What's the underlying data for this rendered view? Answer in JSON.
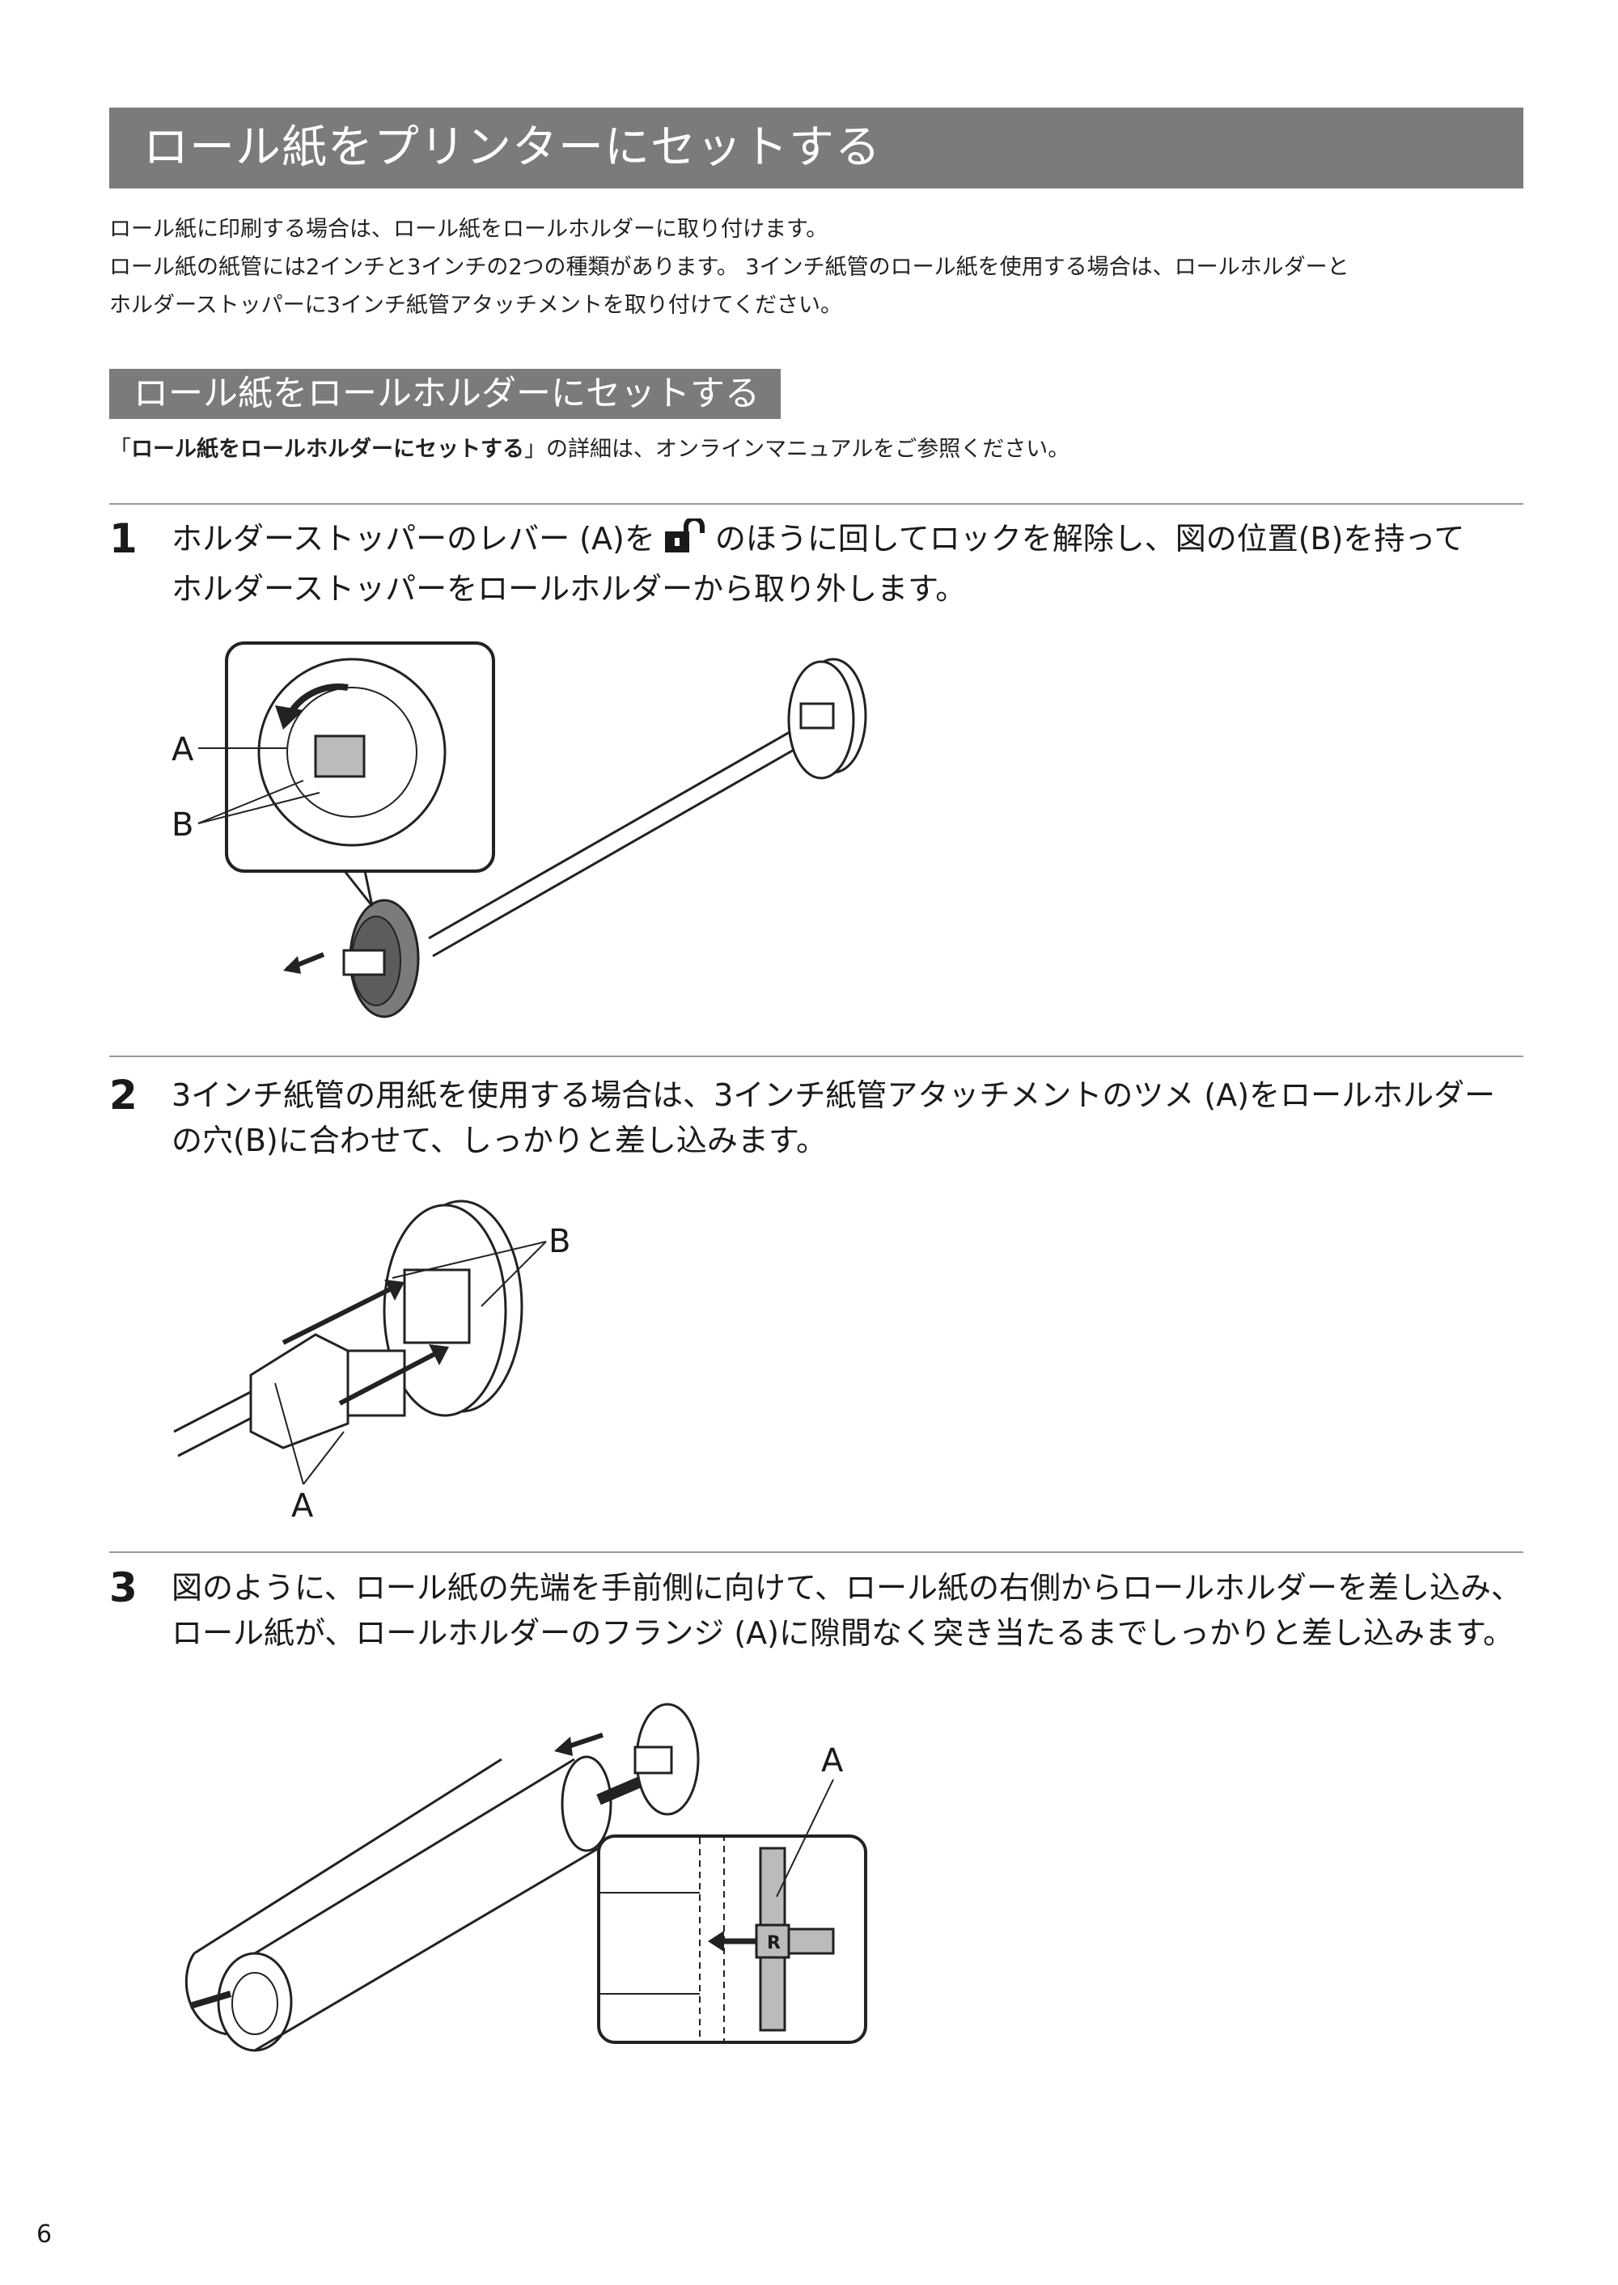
{
  "title": "ロール紙をプリンターにセットする",
  "intro": {
    "line1": "ロール紙に印刷する場合は、ロール紙をロールホルダーに取り付けます。",
    "line2": "ロール紙の紙管には2インチと3インチの2つの種類があります。 3インチ紙管のロール紙を使用する場合は、ロールホルダーと",
    "line3": "ホルダーストッパーに3インチ紙管アタッチメントを取り付けてください。"
  },
  "section": {
    "title": "ロール紙をロールホルダーにセットする",
    "ref_open": "「",
    "ref_bold": "ロール紙をロールホルダーにセットする",
    "ref_rest": "」の詳細は、オンラインマニュアルをご参照ください。"
  },
  "steps": [
    {
      "number": "1",
      "text_before_icon": "ホルダーストッパーのレバー (A)を",
      "text_after_icon": "のほうに回してロックを解除し、図の位置(B)を持って",
      "line2": "ホルダーストッパーをロールホルダーから取り外します。",
      "icon": "unlock-icon",
      "labels": [
        "A",
        "B"
      ]
    },
    {
      "number": "2",
      "line1": "3インチ紙管の用紙を使用する場合は、3インチ紙管アタッチメントのツメ (A)をロールホルダー",
      "line2": "の穴(B)に合わせて、しっかりと差し込みます。",
      "labels": [
        "B",
        "A"
      ]
    },
    {
      "number": "3",
      "line1": "図のように、ロール紙の先端を手前側に向けて、ロール紙の右側からロールホルダーを差し込み、",
      "line2": "ロール紙が、ロールホルダーのフランジ (A)に隙間なく突き当たるまでしっかりと差し込みます。",
      "labels": [
        "A",
        "R"
      ]
    }
  ],
  "page_number": "6"
}
